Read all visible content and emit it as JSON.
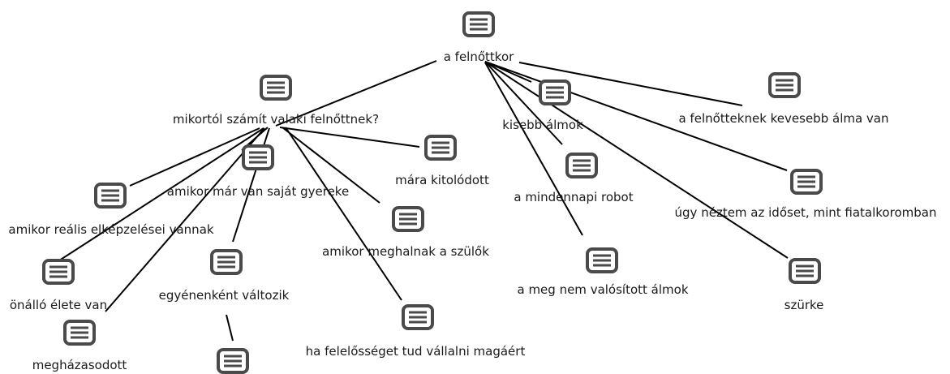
{
  "nodes": [
    {
      "id": "root",
      "label": "a felnőttkor",
      "icon": "note-icon"
    },
    {
      "id": "mikortol",
      "label": "mikortól számít valaki felnőttnek?",
      "icon": "note-icon"
    },
    {
      "id": "kisebb",
      "label": "kisebb álmok",
      "icon": "note-icon"
    },
    {
      "id": "kevesebb",
      "label": "a felnőtteknek kevesebb álma van",
      "icon": "note-icon"
    },
    {
      "id": "mindennapi",
      "label": "a mindennapi robot",
      "icon": "note-icon"
    },
    {
      "id": "ugy",
      "label": "úgy néztem az időset, mint fiatalkoromban",
      "icon": "note-icon"
    },
    {
      "id": "meg_nem",
      "label": "a meg nem valósított álmok",
      "icon": "note-icon"
    },
    {
      "id": "szurke",
      "label": "szürke",
      "icon": "note-icon"
    },
    {
      "id": "mara",
      "label": "mára kitolódott",
      "icon": "note-icon"
    },
    {
      "id": "gyereke",
      "label": "amikor már van saját gyereke",
      "icon": "note-icon"
    },
    {
      "id": "realis",
      "label": "amikor reális elképzelései vannak",
      "icon": "note-icon"
    },
    {
      "id": "szulok",
      "label": "amikor meghalnak a szülők",
      "icon": "note-icon"
    },
    {
      "id": "onallo",
      "label": "önálló élete van",
      "icon": "note-icon"
    },
    {
      "id": "egyenenkent",
      "label": "egyénenként változik",
      "icon": "note-icon"
    },
    {
      "id": "megh",
      "label": "megházasodott",
      "icon": "note-icon"
    },
    {
      "id": "felelosseg",
      "label": "ha felelősséget tud vállalni magáért",
      "icon": "note-icon"
    },
    {
      "id": "bottom",
      "label": "",
      "icon": "note-icon"
    }
  ],
  "edges": [
    [
      "root",
      "mikortol"
    ],
    [
      "root",
      "kisebb"
    ],
    [
      "root",
      "kevesebb"
    ],
    [
      "root",
      "mindennapi"
    ],
    [
      "root",
      "ugy"
    ],
    [
      "root",
      "meg_nem"
    ],
    [
      "root",
      "szurke"
    ],
    [
      "mikortol",
      "mara"
    ],
    [
      "mikortol",
      "gyereke"
    ],
    [
      "mikortol",
      "realis"
    ],
    [
      "mikortol",
      "szulok"
    ],
    [
      "mikortol",
      "onallo"
    ],
    [
      "mikortol",
      "egyenenkent"
    ],
    [
      "mikortol",
      "megh"
    ],
    [
      "mikortol",
      "felelosseg"
    ],
    [
      "egyenenkent",
      "bottom"
    ]
  ]
}
